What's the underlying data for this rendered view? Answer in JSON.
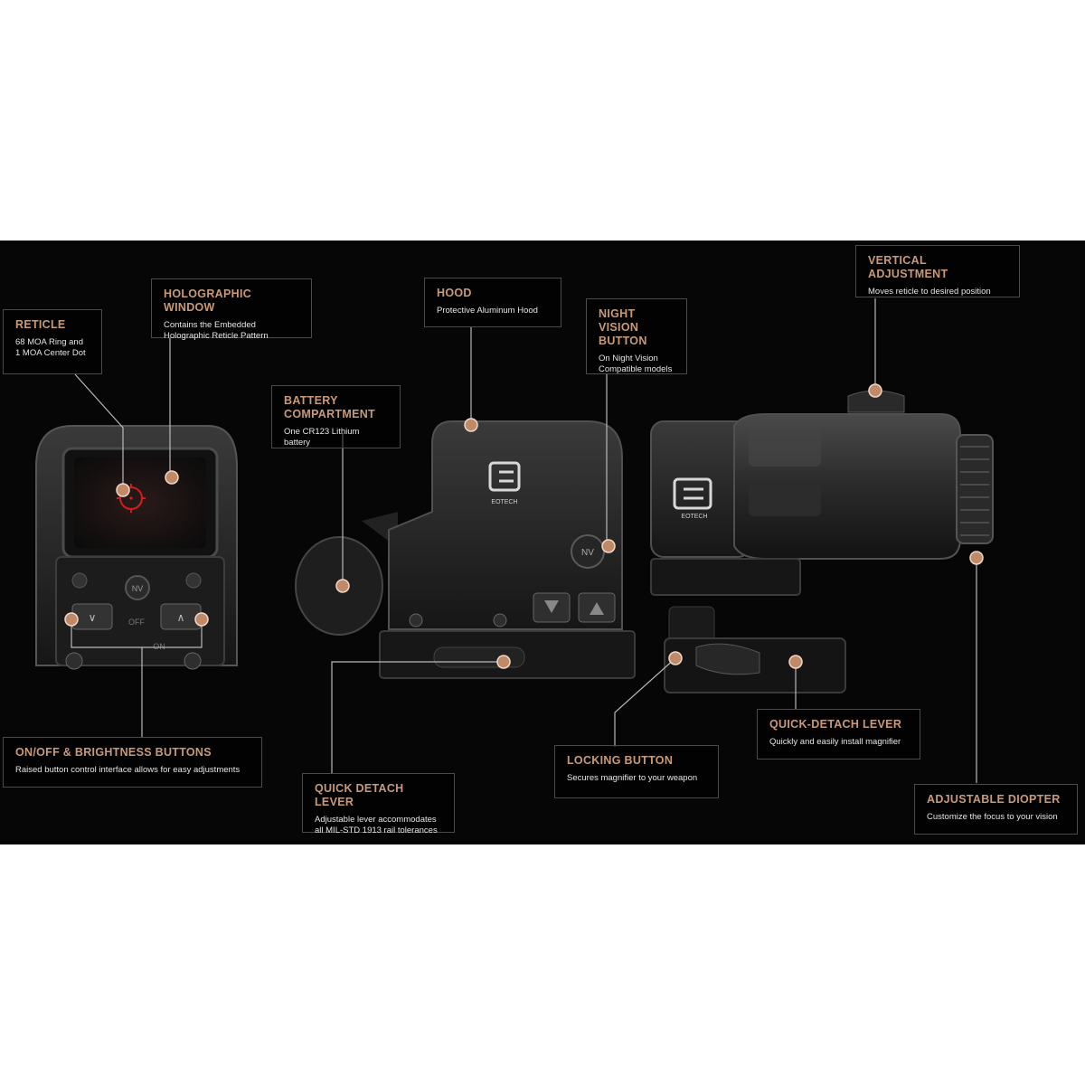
{
  "product": {
    "sight_logo_text": "EOTECH",
    "magnifier_logo_text": "EOTECH",
    "nv_button_text": "NV",
    "rear_labels": {
      "off": "OFF",
      "on": "ON"
    }
  },
  "callouts": [
    {
      "id": "reticle",
      "title": "RETICLE",
      "desc": "68 MOA Ring and\n1 MOA Center Dot"
    },
    {
      "id": "holographic-window",
      "title": "HOLOGRAPHIC WINDOW",
      "desc": "Contains the Embedded\nHolographic Reticle Pattern"
    },
    {
      "id": "hood",
      "title": "HOOD",
      "desc": "Protective Aluminum Hood"
    },
    {
      "id": "night-vision-button",
      "title": "NIGHT VISION\nBUTTON",
      "desc": "On Night Vision\nCompatible models"
    },
    {
      "id": "vertical-adjustment",
      "title": "VERTICAL ADJUSTMENT",
      "desc": "Moves reticle to desired position"
    },
    {
      "id": "battery-compartment",
      "title": "BATTERY\nCOMPARTMENT",
      "desc": "One CR123 Lithium battery"
    },
    {
      "id": "on-off-brightness-buttons",
      "title": "ON/OFF & BRIGHTNESS BUTTONS",
      "desc": "Raised button control interface allows for easy adjustments"
    },
    {
      "id": "quick-detach-lever",
      "title": "QUICK DETACH LEVER",
      "desc": "Adjustable lever accommodates\nall MIL-STD 1913 rail tolerances"
    },
    {
      "id": "locking-button",
      "title": "LOCKING BUTTON",
      "desc": "Secures magnifier to your weapon"
    },
    {
      "id": "quick-detach-lever-magnifier",
      "title": "QUICK-DETACH LEVER",
      "desc": "Quickly and easily install magnifier"
    },
    {
      "id": "adjustable-diopter",
      "title": "ADJUSTABLE DIOPTER",
      "desc": "Customize the focus to your vision"
    }
  ],
  "colors": {
    "background": "#060606",
    "page": "#ffffff",
    "accent_title": "#c89a78",
    "marker_dot": "#c08a68",
    "leader_line": "#b9b9b9",
    "reticle": "#d21d1d"
  }
}
